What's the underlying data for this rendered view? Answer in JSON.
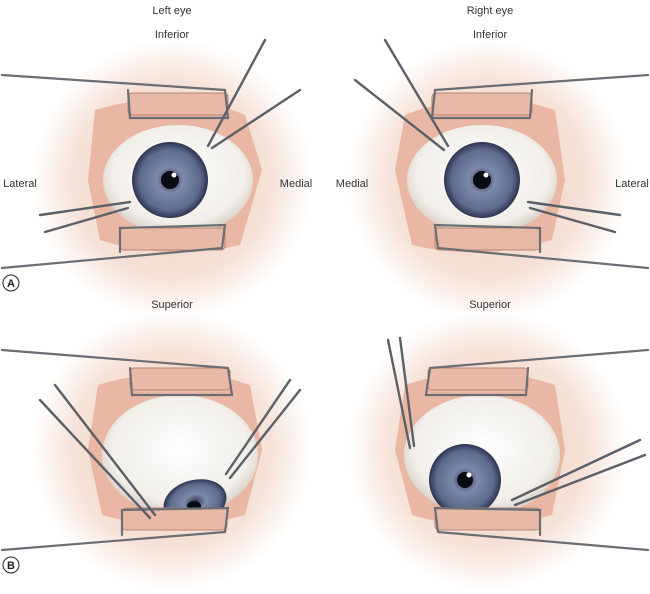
{
  "labels": {
    "left_eye": "Left eye",
    "right_eye": "Right eye",
    "top_left_orientation": "Inferior",
    "top_right_orientation": "Inferior",
    "left_lateral": "Lateral",
    "left_medial": "Medial",
    "right_medial": "Medial",
    "right_lateral": "Lateral",
    "bottom_left_orientation": "Superior",
    "bottom_right_orientation": "Superior"
  },
  "panels": {
    "a": "A",
    "b": "B"
  },
  "colors": {
    "skin": "#f3d9cc",
    "iris": "#5d6a8c",
    "sclera": "#f7f6f3",
    "wire": "#6b6e74"
  }
}
